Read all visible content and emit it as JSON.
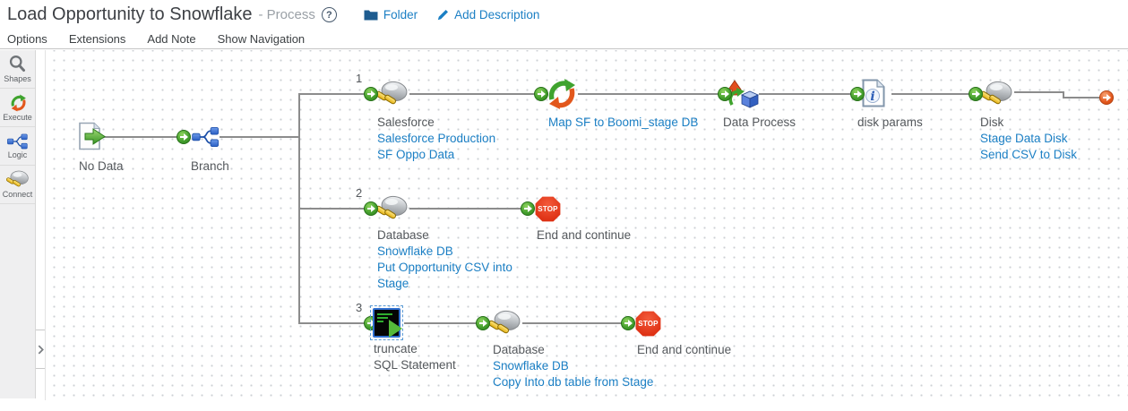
{
  "header": {
    "title": "Load Opportunity to Snowflake",
    "type_label": "- Process",
    "help": "?",
    "folder": "Folder",
    "add_description": "Add Description"
  },
  "menu": {
    "options": "Options",
    "extensions": "Extensions",
    "add_note": "Add Note",
    "show_navigation": "Show Navigation"
  },
  "sidebar": {
    "shapes": "Shapes",
    "execute": "Execute",
    "logic": "Logic",
    "connect": "Connect"
  },
  "canvas": {
    "branches": {
      "b1": "1",
      "b2": "2",
      "b3": "3"
    },
    "nodes": {
      "no_data": {
        "title": "No Data"
      },
      "branch": {
        "title": "Branch"
      },
      "salesforce": {
        "title": "Salesforce",
        "link1": "Salesforce Production",
        "link2": "SF Oppo Data"
      },
      "map": {
        "link1": "Map SF to Boomi_stage DB"
      },
      "data_process": {
        "title": "Data Process"
      },
      "disk_params": {
        "title": "disk params"
      },
      "disk": {
        "title": "Disk",
        "link1": "Stage Data Disk",
        "link2": "Send CSV to Disk"
      },
      "database_put": {
        "title": "Database",
        "link1": "Snowflake DB",
        "link2": "Put Opportunity CSV into Stage"
      },
      "end_continue_2": {
        "stop": "STOP",
        "title": "End and continue"
      },
      "truncate": {
        "title": "truncate",
        "subtitle": "SQL Statement"
      },
      "database_copy": {
        "title": "Database",
        "link1": "Snowflake DB",
        "link2": "Copy Into db table from Stage"
      },
      "end_continue_3": {
        "stop": "STOP",
        "title": "End and continue"
      }
    }
  },
  "colors": {
    "link_blue": "#1b7fc4",
    "edge_gray": "#8c8c8c",
    "start_point_green": "#3a9a28",
    "end_point_orange": "#e05a20",
    "stop_red": "#df3015"
  }
}
